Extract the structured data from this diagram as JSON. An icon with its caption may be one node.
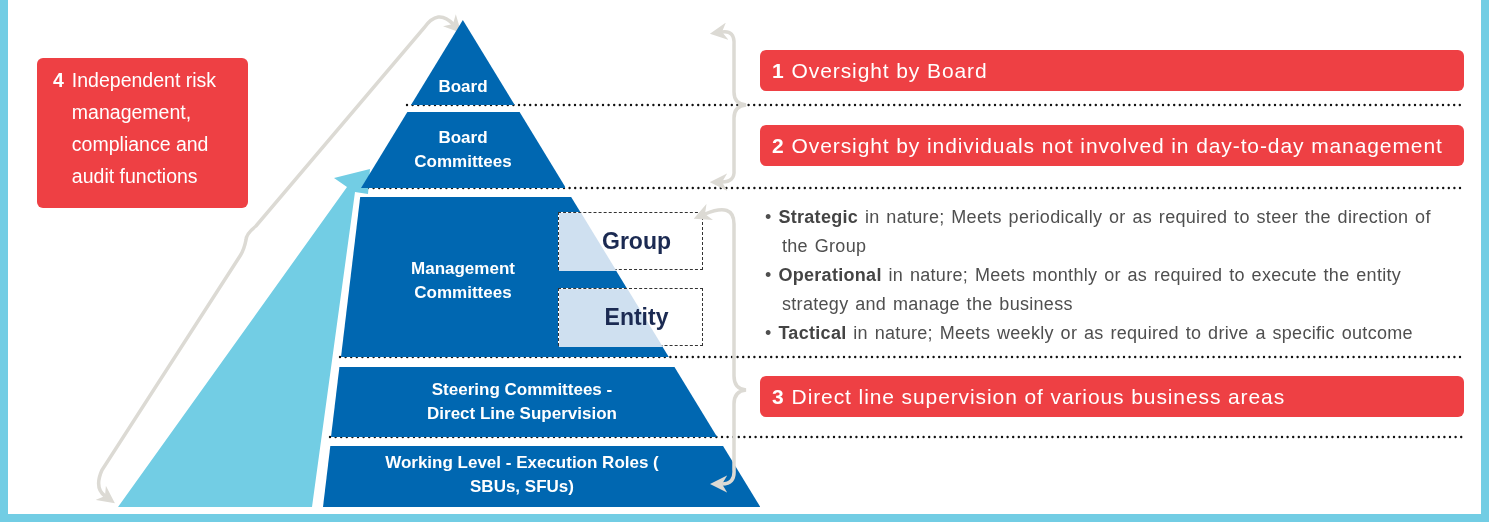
{
  "diagram": {
    "nodes": [
      {
        "text": [
          "4",
          "Independent risk management, compliance and audit functions"
        ]
      },
      {
        "text": [
          "Board"
        ]
      },
      {
        "text": [
          "1",
          "Oversight by Board"
        ]
      },
      {
        "text": [
          "Board Committees"
        ]
      },
      {
        "text": [
          "2",
          "Oversight by individuals not involved in day-to-day management"
        ]
      },
      {
        "text": [
          "Management Committees"
        ]
      },
      {
        "text": [
          "Group"
        ]
      },
      {
        "text": [
          "Entity"
        ]
      },
      {
        "text": [
          "Steering Committees - Direct Line Supervision"
        ]
      },
      {
        "text": [
          "3",
          "Direct line supervision of various business areas"
        ]
      },
      {
        "text": [
          "Working Level - Execution Roles ( SBUs, SFUs)"
        ]
      }
    ],
    "edges": [
      {
        "from": 6,
        "to": 10,
        "arrow": "both"
      }
    ],
    "labels": [
      "• **Strategic** in nature; Meets periodically or as required to steer the direction of the Group",
      "• **Operational** in nature; Meets monthly or as required to execute the entity strategy and manage the business",
      "• **Tactical** in nature; Meets weekly or as required to drive a specific outcome"
    ]
  }
}
